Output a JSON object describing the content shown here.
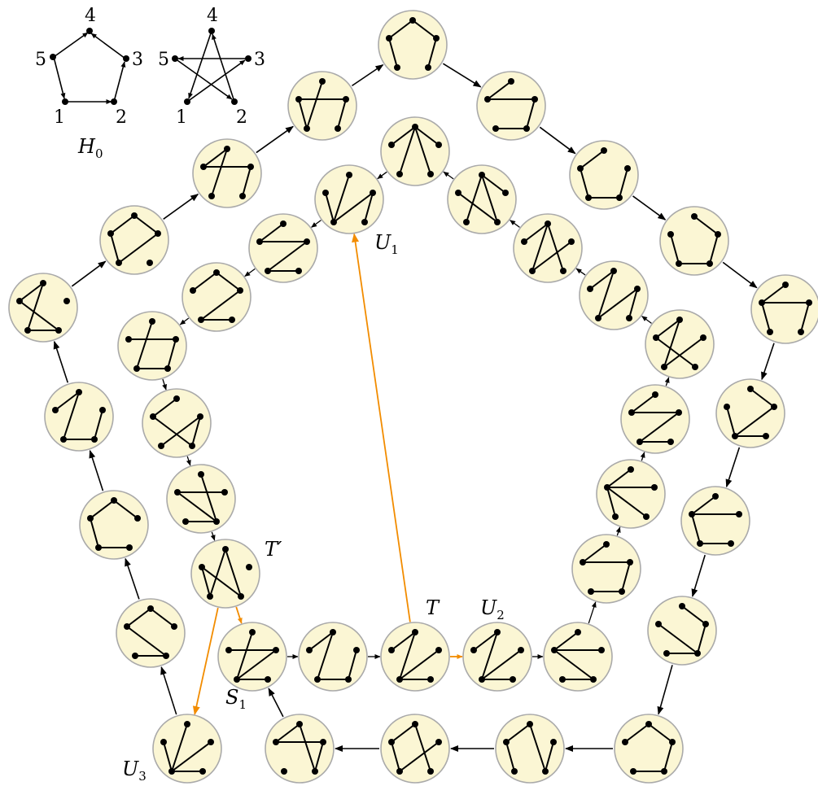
{
  "legend": {
    "graph_label_main": "H",
    "graph_label_sub": "0",
    "vertex_labels": [
      "1",
      "2",
      "3",
      "4",
      "5"
    ]
  },
  "special_labels": {
    "u1_main": "U",
    "u1_sub": "1",
    "u2_main": "U",
    "u2_sub": "2",
    "u3_main": "U",
    "u3_sub": "3",
    "s1_main": "S",
    "s1_sub": "1",
    "t_label": "T",
    "tprime_label": "T′"
  },
  "colors": {
    "node_fill": "#fbf6d4",
    "node_stroke": "#aaaaaa",
    "edge": "#000000",
    "highlight": "#f28c00"
  },
  "vertex_order": [
    1,
    2,
    3,
    4,
    5
  ],
  "nodes": [
    {
      "id": "o1",
      "edges": [
        [
          5,
          4
        ],
        [
          4,
          3
        ],
        [
          3,
          2
        ],
        [
          5,
          1
        ]
      ]
    },
    {
      "id": "o2",
      "edges": [
        [
          5,
          4
        ],
        [
          5,
          3
        ],
        [
          3,
          2
        ],
        [
          1,
          2
        ]
      ]
    },
    {
      "id": "o3",
      "edges": [
        [
          5,
          4
        ],
        [
          5,
          1
        ],
        [
          3,
          2
        ],
        [
          1,
          2
        ]
      ]
    },
    {
      "id": "o4",
      "edges": [
        [
          4,
          3
        ],
        [
          3,
          2
        ],
        [
          5,
          1
        ],
        [
          1,
          2
        ]
      ]
    },
    {
      "id": "o5",
      "edges": [
        [
          5,
          4
        ],
        [
          5,
          3
        ],
        [
          3,
          2
        ],
        [
          5,
          1
        ]
      ]
    },
    {
      "id": "o6",
      "edges": [
        [
          4,
          3
        ],
        [
          3,
          1
        ],
        [
          5,
          1
        ],
        [
          1,
          2
        ]
      ]
    },
    {
      "id": "o7",
      "edges": [
        [
          5,
          4
        ],
        [
          5,
          3
        ],
        [
          1,
          2
        ],
        [
          1,
          5
        ]
      ]
    },
    {
      "id": "o8",
      "edges": [
        [
          4,
          3
        ],
        [
          3,
          2
        ],
        [
          5,
          2
        ],
        [
          1,
          2
        ]
      ]
    },
    {
      "id": "o9",
      "edges": [
        [
          5,
          4
        ],
        [
          4,
          3
        ],
        [
          3,
          2
        ],
        [
          1,
          2
        ]
      ]
    },
    {
      "id": "o10",
      "edges": [
        [
          5,
          4
        ],
        [
          4,
          2
        ],
        [
          5,
          1
        ],
        [
          3,
          2
        ]
      ]
    },
    {
      "id": "o11",
      "edges": [
        [
          5,
          4
        ],
        [
          4,
          2
        ],
        [
          5,
          1
        ],
        [
          1,
          3
        ]
      ]
    },
    {
      "id": "o12",
      "edges": [
        [
          5,
          4
        ],
        [
          5,
          3
        ],
        [
          3,
          2
        ],
        [
          4,
          2
        ]
      ]
    },
    {
      "id": "o13",
      "edges": [
        [
          4,
          1
        ],
        [
          5,
          1
        ],
        [
          1,
          2
        ],
        [
          3,
          1
        ]
      ]
    },
    {
      "id": "o14",
      "edges": [
        [
          5,
          4
        ],
        [
          4,
          3
        ],
        [
          5,
          2
        ],
        [
          1,
          2
        ]
      ]
    },
    {
      "id": "o15",
      "edges": [
        [
          5,
          4
        ],
        [
          4,
          3
        ],
        [
          1,
          2
        ],
        [
          5,
          1
        ]
      ]
    },
    {
      "id": "o16",
      "edges": [
        [
          5,
          4
        ],
        [
          4,
          1
        ],
        [
          1,
          2
        ],
        [
          2,
          3
        ]
      ]
    },
    {
      "id": "o17",
      "edges": [
        [
          5,
          4
        ],
        [
          4,
          1
        ],
        [
          1,
          2
        ],
        [
          5,
          2
        ]
      ]
    },
    {
      "id": "o18",
      "edges": [
        [
          5,
          4
        ],
        [
          4,
          3
        ],
        [
          3,
          1
        ],
        [
          5,
          1
        ]
      ]
    },
    {
      "id": "o19",
      "edges": [
        [
          5,
          4
        ],
        [
          5,
          3
        ],
        [
          3,
          2
        ],
        [
          4,
          1
        ]
      ]
    },
    {
      "id": "o20",
      "edges": [
        [
          4,
          1
        ],
        [
          5,
          1
        ],
        [
          3,
          2
        ],
        [
          5,
          3
        ]
      ]
    },
    {
      "id": "o21",
      "edges": [
        [
          5,
          4
        ],
        [
          4,
          2
        ],
        [
          5,
          1
        ],
        [
          1,
          2
        ]
      ]
    },
    {
      "id": "o22",
      "edges": [
        [
          5,
          3
        ],
        [
          3,
          2
        ],
        [
          5,
          1
        ],
        [
          4,
          1
        ]
      ]
    },
    {
      "id": "o23",
      "edges": [
        [
          5,
          3
        ],
        [
          3,
          2
        ],
        [
          4,
          1
        ],
        [
          1,
          2
        ]
      ]
    },
    {
      "id": "i1",
      "edges": [
        [
          5,
          4
        ],
        [
          4,
          1
        ],
        [
          4,
          2
        ],
        [
          4,
          3
        ]
      ]
    },
    {
      "id": "i2",
      "edges": [
        [
          5,
          2
        ],
        [
          4,
          2
        ],
        [
          4,
          1
        ],
        [
          4,
          3
        ]
      ]
    },
    {
      "id": "i3",
      "edges": [
        [
          5,
          4
        ],
        [
          4,
          2
        ],
        [
          3,
          1
        ],
        [
          4,
          1
        ]
      ]
    },
    {
      "id": "i4",
      "edges": [
        [
          5,
          4
        ],
        [
          4,
          1
        ],
        [
          1,
          3
        ],
        [
          2,
          3
        ]
      ]
    },
    {
      "id": "i5",
      "edges": [
        [
          5,
          4
        ],
        [
          5,
          2
        ],
        [
          1,
          3
        ],
        [
          4,
          1
        ]
      ]
    },
    {
      "id": "i6",
      "edges": [
        [
          5,
          4
        ],
        [
          5,
          3
        ],
        [
          1,
          3
        ],
        [
          2,
          1
        ]
      ]
    },
    {
      "id": "i7",
      "edges": [
        [
          5,
          4
        ],
        [
          5,
          3
        ],
        [
          5,
          2
        ],
        [
          5,
          1
        ]
      ]
    },
    {
      "id": "i8",
      "edges": [
        [
          5,
          4
        ],
        [
          5,
          3
        ],
        [
          3,
          2
        ],
        [
          1,
          2
        ]
      ]
    },
    {
      "id": "i9",
      "edges": [
        [
          5,
          4
        ],
        [
          5,
          3
        ],
        [
          5,
          2
        ],
        [
          1,
          2
        ]
      ]
    },
    {
      "id": "i10",
      "edges": [
        [
          5,
          4
        ],
        [
          4,
          1
        ],
        [
          1,
          3
        ],
        [
          1,
          2
        ]
      ]
    },
    {
      "id": "i11",
      "edges": [
        [
          5,
          4
        ],
        [
          4,
          1
        ],
        [
          1,
          3
        ],
        [
          1,
          2
        ]
      ]
    },
    {
      "id": "i12",
      "edges": [
        [
          5,
          4
        ],
        [
          4,
          1
        ],
        [
          1,
          2
        ],
        [
          2,
          3
        ]
      ]
    },
    {
      "id": "i13",
      "edges": [
        [
          5,
          3
        ],
        [
          3,
          1
        ],
        [
          1,
          2
        ],
        [
          4,
          1
        ]
      ]
    },
    {
      "id": "i14",
      "edges": [
        [
          5,
          1
        ],
        [
          5,
          2
        ],
        [
          4,
          1
        ],
        [
          4,
          2
        ]
      ]
    },
    {
      "id": "i15",
      "edges": [
        [
          5,
          2
        ],
        [
          5,
          3
        ],
        [
          4,
          2
        ],
        [
          1,
          2
        ]
      ]
    },
    {
      "id": "i16",
      "edges": [
        [
          5,
          4
        ],
        [
          5,
          2
        ],
        [
          2,
          3
        ],
        [
          1,
          3
        ]
      ]
    },
    {
      "id": "i17",
      "edges": [
        [
          5,
          3
        ],
        [
          3,
          2
        ],
        [
          4,
          1
        ],
        [
          1,
          2
        ]
      ]
    },
    {
      "id": "i18",
      "edges": [
        [
          5,
          4
        ],
        [
          4,
          3
        ],
        [
          3,
          1
        ],
        [
          1,
          2
        ]
      ]
    },
    {
      "id": "i19",
      "edges": [
        [
          5,
          4
        ],
        [
          5,
          3
        ],
        [
          3,
          1
        ],
        [
          1,
          2
        ]
      ]
    },
    {
      "id": "i20",
      "edges": [
        [
          4,
          1
        ],
        [
          5,
          1
        ],
        [
          3,
          1
        ],
        [
          3,
          2
        ]
      ]
    },
    {
      "id": "i21",
      "edges": [
        [
          5,
          4
        ],
        [
          4,
          1
        ],
        [
          4,
          2
        ],
        [
          1,
          3
        ]
      ]
    },
    {
      "id": "i22",
      "edges": [
        [
          5,
          4
        ],
        [
          4,
          2
        ],
        [
          4,
          1
        ],
        [
          4,
          3
        ]
      ]
    },
    {
      "id": "i23",
      "edges": [
        [
          5,
          4
        ],
        [
          4,
          1
        ],
        [
          4,
          2
        ],
        [
          2,
          3
        ]
      ]
    }
  ]
}
